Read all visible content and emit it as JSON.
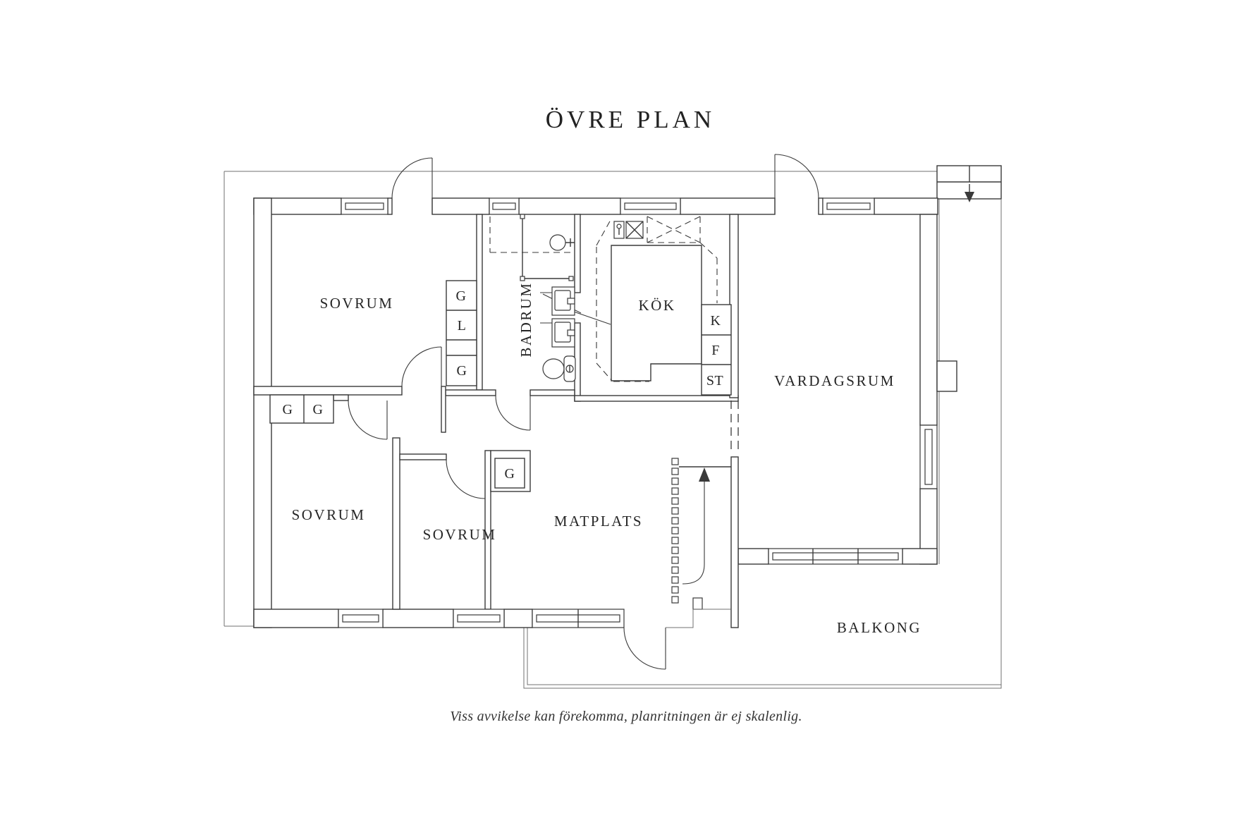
{
  "title": "ÖVRE PLAN",
  "footer_note": "Viss avvikelse kan förekomma, planritningen är ej skalenlig.",
  "rooms": {
    "bedroom_top": {
      "label": "SOVRUM"
    },
    "bedroom_left": {
      "label": "SOVRUM"
    },
    "bedroom_middle": {
      "label": "SOVRUM"
    },
    "bathroom": {
      "label": "BADRUM"
    },
    "kitchen": {
      "label": "KÖK"
    },
    "living_room": {
      "label": "VARDAGSRUM"
    },
    "dining_area": {
      "label": "MATPLATS"
    },
    "balcony": {
      "label": "BALKONG"
    }
  },
  "closets": {
    "hall_top": "G",
    "hall_middle": "L",
    "hall_bottom": "G",
    "bedroom_left_1": "G",
    "bedroom_left_2": "G",
    "bedroom_middle": "G"
  },
  "kitchen_units": {
    "fridge": "K",
    "freezer": "F",
    "pantry": "ST"
  },
  "icons": {
    "stair_up": "stair-up-arrow",
    "stair_down": "stair-down-arrow",
    "shower": "shower-icon",
    "sink": "sink-icon",
    "toilet": "toilet-icon",
    "stove": "stove-icon"
  },
  "colors": {
    "wall_line": "#3a3a3a",
    "thin_line": "#707070",
    "label_text": "#262626",
    "background": "#ffffff"
  }
}
